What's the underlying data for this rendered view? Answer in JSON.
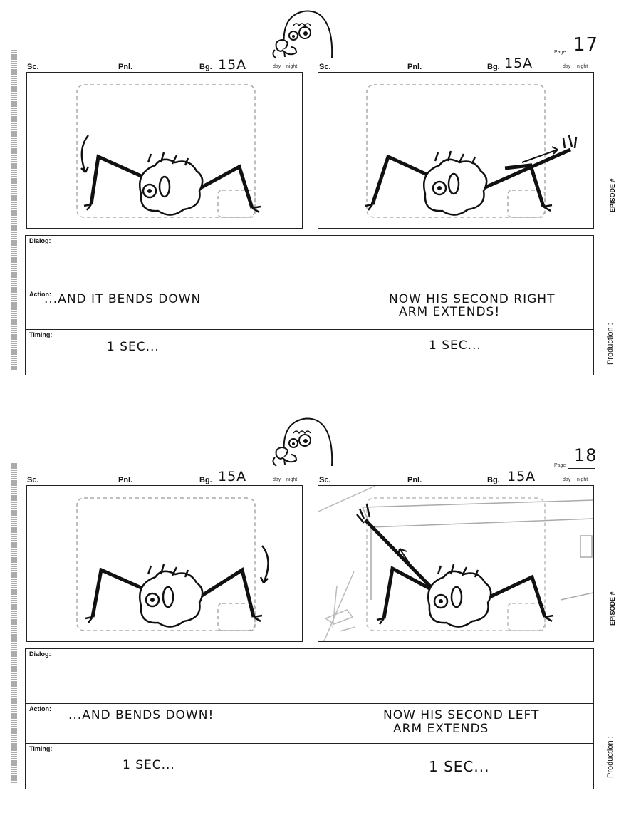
{
  "sheets": [
    {
      "page_label": "Page",
      "page_number": "17",
      "panels": [
        {
          "sc_label": "Sc.",
          "pnl_label": "Pnl.",
          "bg_label": "Bg.",
          "bg_value": "15A",
          "day_label": "day",
          "night_label": "night"
        },
        {
          "sc_label": "Sc.",
          "pnl_label": "Pnl.",
          "bg_label": "Bg.",
          "bg_value": "15A",
          "day_label": "day",
          "night_label": "night"
        }
      ],
      "dialog_label": "Dialog:",
      "action_label": "Action:",
      "timing_label": "Timing:",
      "action_left": "...AND IT BENDS DOWN",
      "action_right_line1": "NOW HIS SECOND RIGHT",
      "action_right_line2": "ARM EXTENDS!",
      "timing_left": "1 SEC...",
      "timing_right": "1 SEC...",
      "episode_label": "EPISODE #",
      "production_label": "Production :"
    },
    {
      "page_label": "Page",
      "page_number": "18",
      "panels": [
        {
          "sc_label": "Sc.",
          "pnl_label": "Pnl.",
          "bg_label": "Bg.",
          "bg_value": "15A",
          "day_label": "day",
          "night_label": "night"
        },
        {
          "sc_label": "Sc.",
          "pnl_label": "Pnl.",
          "bg_label": "Bg.",
          "bg_value": "15A",
          "day_label": "day",
          "night_label": "night"
        }
      ],
      "dialog_label": "Dialog:",
      "action_label": "Action:",
      "timing_label": "Timing:",
      "action_left": "...AND BENDS DOWN!",
      "action_right_line1": "NOW HIS SECOND LEFT",
      "action_right_line2": "ARM EXTENDS",
      "timing_left": "1 SEC...",
      "timing_right": "1 SEC...",
      "episode_label": "EPISODE #",
      "production_label": "Production :"
    }
  ]
}
